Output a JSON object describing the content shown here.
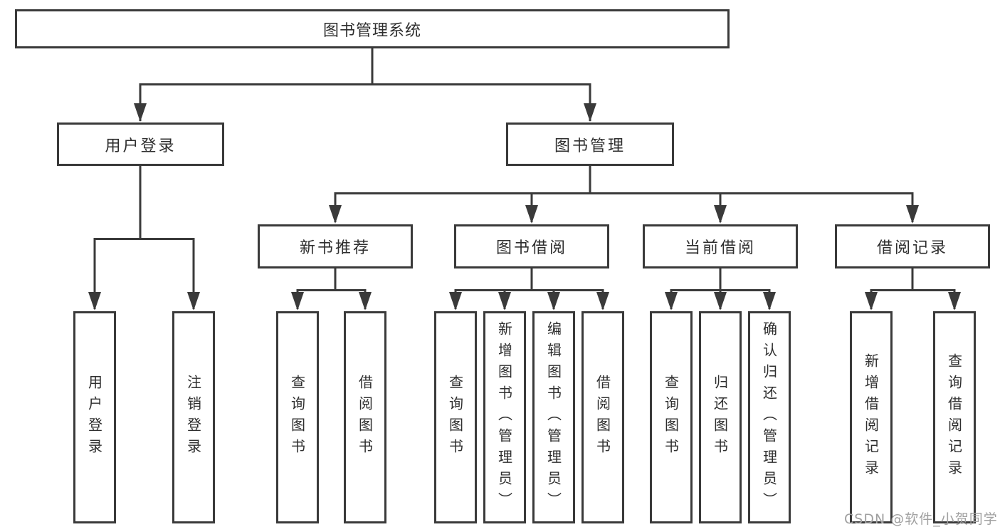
{
  "diagram": {
    "title": "图书管理系统",
    "root": {
      "label": "图书管理系统"
    },
    "level2": [
      {
        "id": "user-login",
        "label": "用户登录",
        "parent": "图书管理系统"
      },
      {
        "id": "book-management",
        "label": "图书管理",
        "parent": "图书管理系统"
      }
    ],
    "level3": [
      {
        "id": "new-book-recommend",
        "label": "新书推荐",
        "parent": "图书管理"
      },
      {
        "id": "book-borrow",
        "label": "图书借阅",
        "parent": "图书管理"
      },
      {
        "id": "current-borrow",
        "label": "当前借阅",
        "parent": "图书管理"
      },
      {
        "id": "borrow-records",
        "label": "借阅记录",
        "parent": "图书管理"
      }
    ],
    "leaves": [
      {
        "id": "user-login-leaf",
        "label": "用户登录",
        "parent": "用户登录"
      },
      {
        "id": "logout",
        "label": "注销登录",
        "parent": "用户登录"
      },
      {
        "id": "query-books-recommend",
        "label": "查询图书",
        "parent": "新书推荐"
      },
      {
        "id": "borrow-books-recommend",
        "label": "借阅图书",
        "parent": "新书推荐"
      },
      {
        "id": "query-books-borrow",
        "label": "查询图书",
        "parent": "图书借阅"
      },
      {
        "id": "add-books-admin",
        "label": "新增图书（管理员）",
        "parent": "图书借阅"
      },
      {
        "id": "edit-books-admin",
        "label": "编辑图书（管理员）",
        "parent": "图书借阅"
      },
      {
        "id": "borrow-books",
        "label": "借阅图书",
        "parent": "图书借阅"
      },
      {
        "id": "query-books-current",
        "label": "查询图书",
        "parent": "当前借阅"
      },
      {
        "id": "return-books",
        "label": "归还图书",
        "parent": "当前借阅"
      },
      {
        "id": "confirm-return-admin",
        "label": "确认归还（管理员）",
        "parent": "当前借阅"
      },
      {
        "id": "add-borrow-record",
        "label": "新增借阅记录",
        "parent": "借阅记录"
      },
      {
        "id": "query-borrow-record",
        "label": "查询借阅记录",
        "parent": "借阅记录"
      }
    ]
  },
  "watermark": "CSDN @软件_小贺同学",
  "colors": {
    "line": "#3a3a3a",
    "text": "#2e2e2e",
    "watermark": "#a0a0a0",
    "background": "#ffffff"
  }
}
